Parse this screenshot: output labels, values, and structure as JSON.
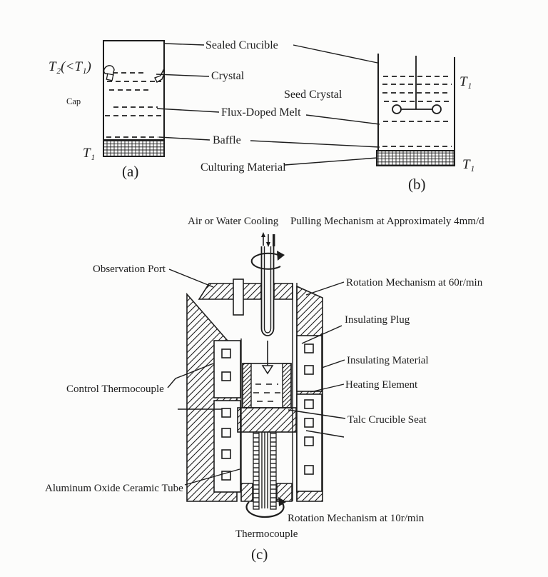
{
  "colors": {
    "ink": "#1d1d1d",
    "paper": "#fcfcfb"
  },
  "panel_a": {
    "caption": "(a)",
    "temp_top": "T₂(<T₁)",
    "cap_label": "Cap",
    "temp_bottom": "T₁"
  },
  "panel_b": {
    "caption": "(b)",
    "temp_right_top": "T₁",
    "temp_right_bottom": "T₁"
  },
  "shared_labels": {
    "sealed_crucible": "Sealed Crucible",
    "crystal": "Crystal",
    "seed_crystal": "Seed Crystal",
    "flux_doped_melt": "Flux-Doped Melt",
    "baffle": "Baffle",
    "culturing_material": "Culturing Material"
  },
  "panel_c": {
    "caption": "(c)",
    "air_or_water_cooling": "Air or Water Cooling",
    "pulling_mechanism": "Pulling Mechanism at Approximately 4mm/d",
    "observation_port": "Observation Port",
    "rotation_mechanism_top": "Rotation Mechanism at 60r/min",
    "insulating_plug": "Insulating Plug",
    "insulating_material": "Insulating Material",
    "heating_element": "Heating Element",
    "talc_crucible_seat": "Talc Crucible Seat",
    "control_thermocouple": "Control Thermocouple",
    "aluminum_oxide_ceramic_tube": "Aluminum Oxide Ceramic Tube",
    "rotation_mechanism_bottom": "Rotation Mechanism at 10r/min",
    "thermocouple": "Thermocouple"
  }
}
